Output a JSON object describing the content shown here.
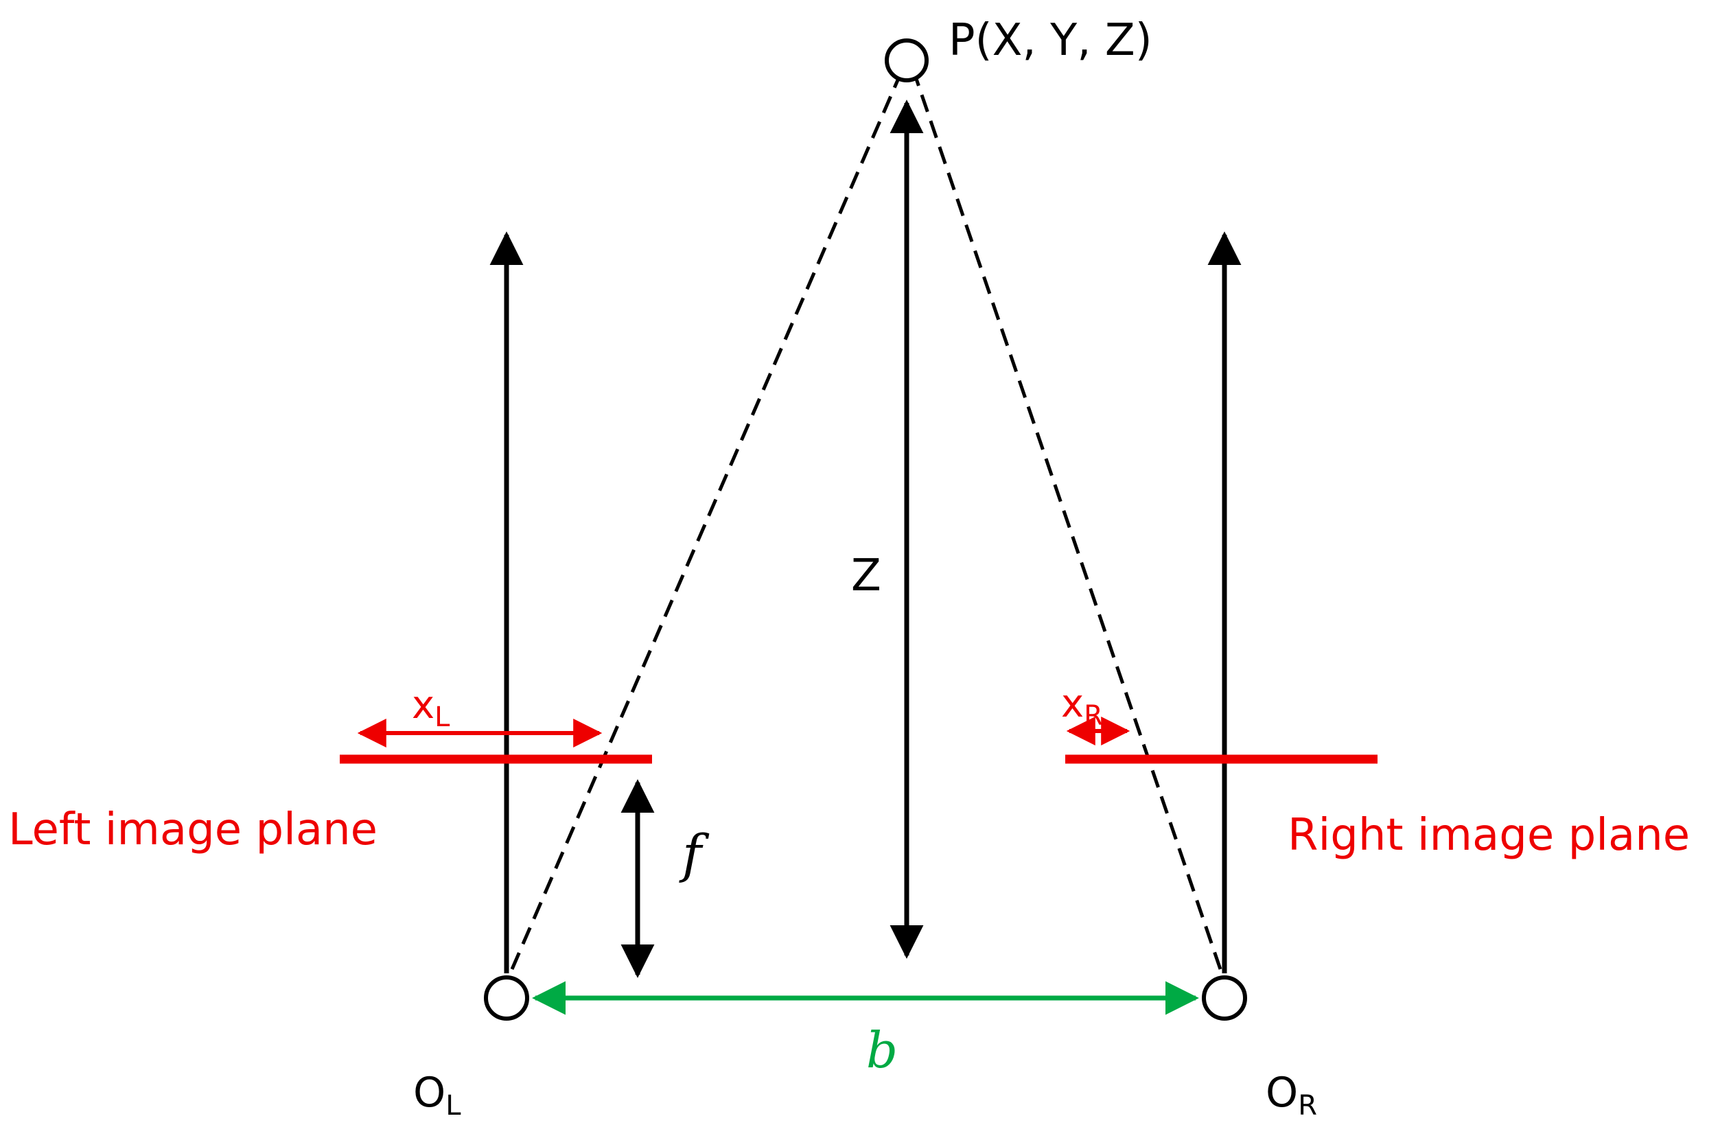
{
  "point": {
    "label": "P(X, Y, Z)"
  },
  "labels": {
    "depth": "Z",
    "focal": "f",
    "baseline": "b",
    "left_plane": "Left image plane",
    "right_plane": "Right image plane",
    "x_left_main": "x",
    "x_left_sub": "L",
    "x_right_main": "x",
    "x_right_sub": "R",
    "o_left_main": "O",
    "o_left_sub": "L",
    "o_right_main": "O",
    "o_right_sub": "R"
  },
  "colors": {
    "ink": "#000000",
    "image_plane": "#ee0000",
    "baseline": "#00aa44"
  }
}
